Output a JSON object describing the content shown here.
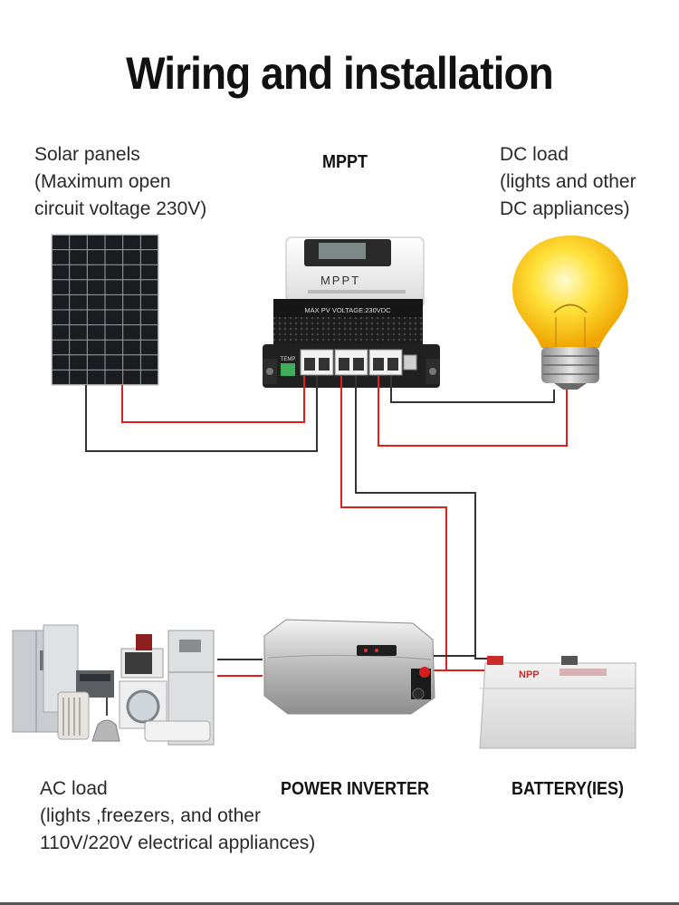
{
  "title": "Wiring and installation",
  "solar": {
    "lines": [
      "Solar panels",
      "(Maximum open",
      "circuit voltage 230V)"
    ]
  },
  "mppt": {
    "label": "MPPT",
    "device_brand": "MPPT",
    "device_strip": "MAX PV VOLTAGE:230VDC",
    "temp_label": "TEMP"
  },
  "dc_load": {
    "lines": [
      "DC load",
      "(lights and other",
      "DC appliances)"
    ]
  },
  "ac_load": {
    "lines": [
      "AC load",
      "(lights ,freezers, and other",
      "110V/220V electrical appliances)"
    ]
  },
  "inverter": {
    "label": "POWER INVERTER"
  },
  "battery": {
    "label": "BATTERY(IES)",
    "brand": "NPP"
  },
  "colors": {
    "positive_wire": "#e01e1e",
    "negative_wire": "#333333"
  }
}
